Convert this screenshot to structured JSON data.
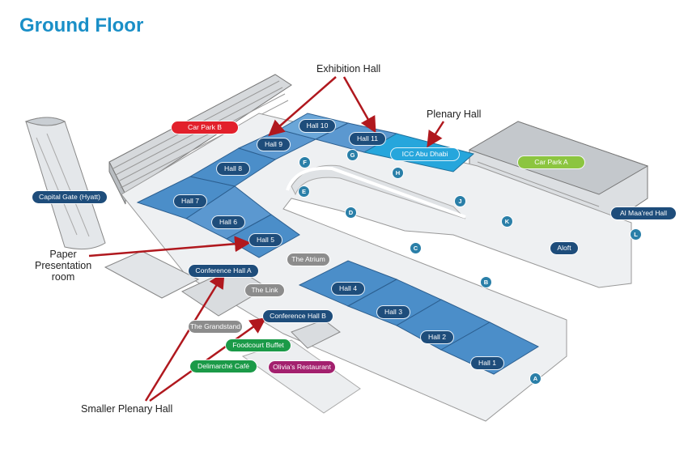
{
  "title": "Ground Floor",
  "annotations": {
    "exhibition_hall": "Exhibition Hall",
    "plenary_hall": "Plenary Hall",
    "paper_line1": "Paper",
    "paper_line2": "Presentation",
    "paper_line3": "room",
    "smaller_plenary": "Smaller Plenary Hall"
  },
  "halls": {
    "hall1": "Hall 1",
    "hall2": "Hall 2",
    "hall3": "Hall 3",
    "hall4": "Hall 4",
    "hall5": "Hall 5",
    "hall6": "Hall 6",
    "hall7": "Hall 7",
    "hall8": "Hall 8",
    "hall9": "Hall 9",
    "hall10": "Hall 10",
    "hall11": "Hall 11"
  },
  "places": {
    "icc": "ICC Abu Dhabi",
    "car_park_a": "Car Park A",
    "car_park_b": "Car Park B",
    "capital_gate": "Capital Gate (Hyatt)",
    "al_maared": "Al Maa'red Hall",
    "aloft": "Aloft",
    "conf_a": "Conference Hall A",
    "conf_b": "Conference Hall B",
    "atrium": "The Atrium",
    "link": "The Link",
    "grandstand": "The Grandstand",
    "foodcourt": "Foodcourt Buffet",
    "delimarche": "Delimarché Café",
    "olivias": "Olivia's Restaurant"
  },
  "stops": [
    "A",
    "B",
    "C",
    "D",
    "E",
    "F",
    "G",
    "H",
    "J",
    "K",
    "L"
  ],
  "colors": {
    "title": "#1a8fc7",
    "hall_fill": "#4b8ec9",
    "hall_fill_light": "#6aa6d8",
    "arrow": "#b0181e",
    "floor": "#eef0f2",
    "building": "#d7dadd"
  }
}
